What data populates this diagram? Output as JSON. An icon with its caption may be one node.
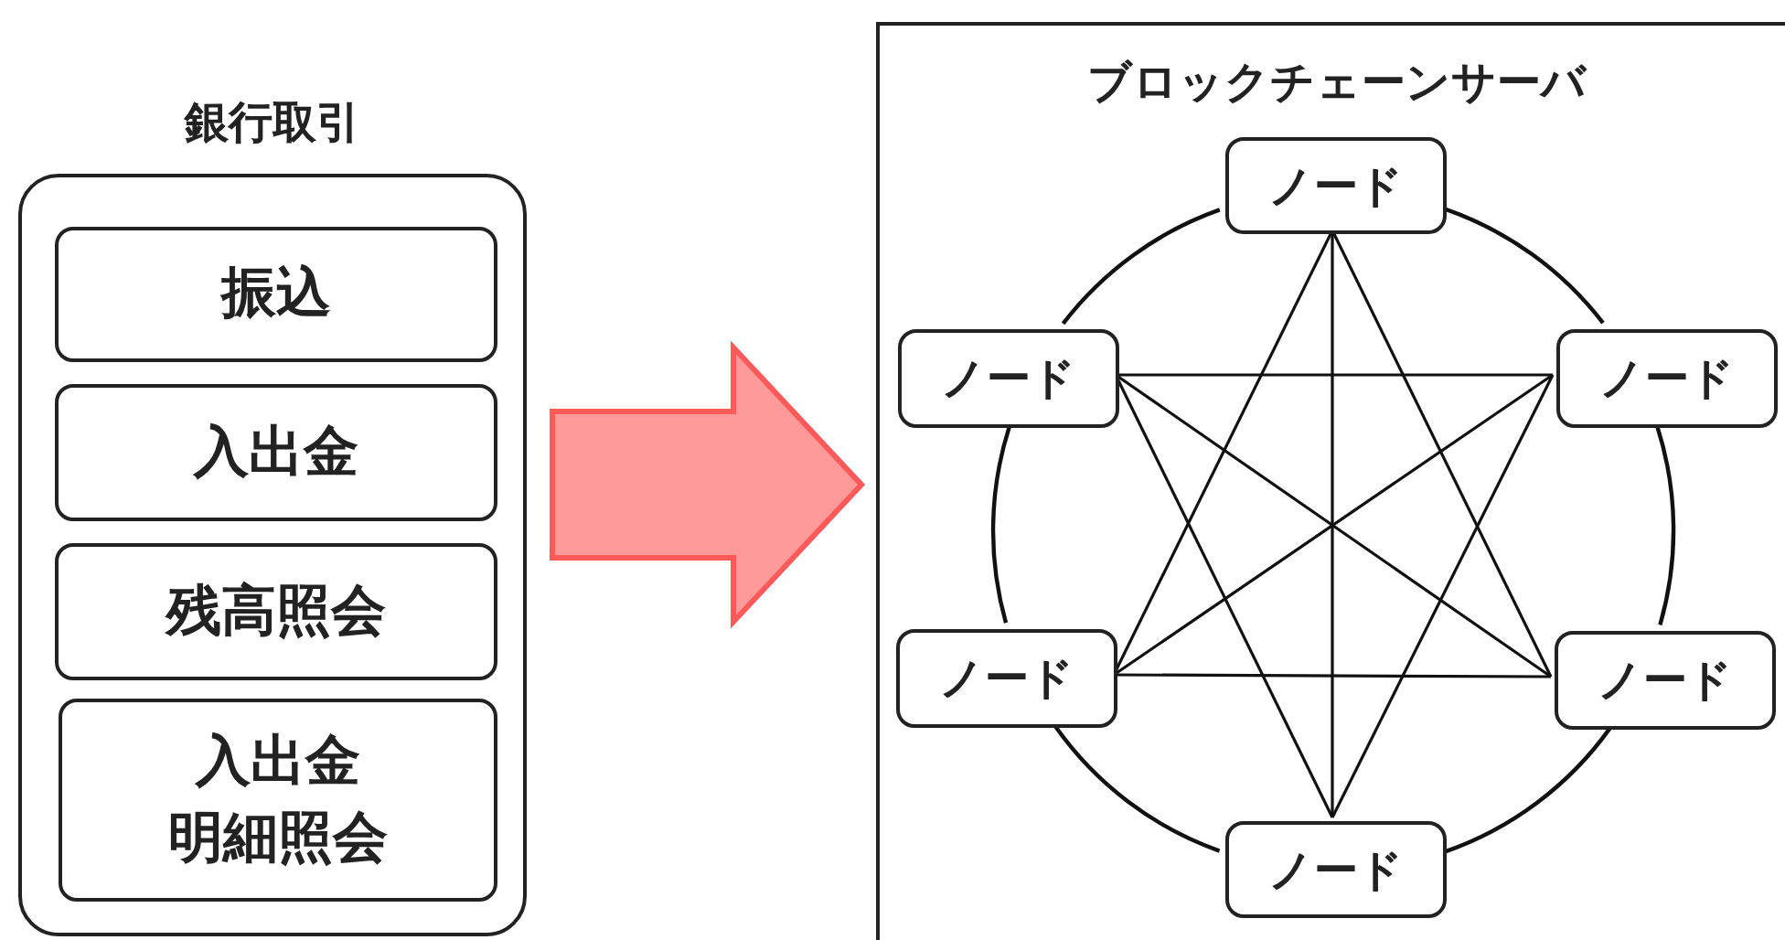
{
  "diagram": {
    "nodes": [
      {
        "text": [
          "銀行取引"
        ]
      },
      {
        "text": [
          "振込"
        ],
        "in": 0
      },
      {
        "text": [
          "入出金"
        ],
        "in": 0
      },
      {
        "text": [
          "残高照会"
        ],
        "in": 0
      },
      {
        "text": [
          "入出金明細照会"
        ],
        "in": 0
      },
      {
        "text": [
          "ブロックチェーンサーバ"
        ]
      },
      {
        "text": [
          "ノード"
        ],
        "in": 5
      },
      {
        "text": [
          "ノード"
        ],
        "in": 5
      },
      {
        "text": [
          "ノード"
        ],
        "in": 5
      },
      {
        "text": [
          "ノード"
        ],
        "in": 5
      },
      {
        "text": [
          "ノード"
        ],
        "in": 5
      },
      {
        "text": [
          "ノード"
        ],
        "in": 5
      }
    ],
    "edges": [
      {
        "from": 0,
        "to": 5,
        "arrow": "to",
        "style": "thick",
        "color": "#ff5a5a"
      },
      {
        "from": 6,
        "to": 8,
        "arrow": "none"
      },
      {
        "from": 8,
        "to": 10,
        "arrow": "none"
      },
      {
        "from": 10,
        "to": 11,
        "arrow": "none"
      },
      {
        "from": 11,
        "to": 9,
        "arrow": "none"
      },
      {
        "from": 9,
        "to": 7,
        "arrow": "none"
      },
      {
        "from": 7,
        "to": 6,
        "arrow": "none"
      },
      {
        "from": 6,
        "to": 9,
        "arrow": "none"
      },
      {
        "from": 6,
        "to": 10,
        "arrow": "none"
      },
      {
        "from": 6,
        "to": 11,
        "arrow": "none"
      },
      {
        "from": 7,
        "to": 8,
        "arrow": "none"
      },
      {
        "from": 7,
        "to": 10,
        "arrow": "none"
      },
      {
        "from": 7,
        "to": 11,
        "arrow": "none"
      },
      {
        "from": 8,
        "to": 9,
        "arrow": "none"
      },
      {
        "from": 8,
        "to": 11,
        "arrow": "none"
      },
      {
        "from": 9,
        "to": 10,
        "arrow": "none"
      }
    ]
  }
}
